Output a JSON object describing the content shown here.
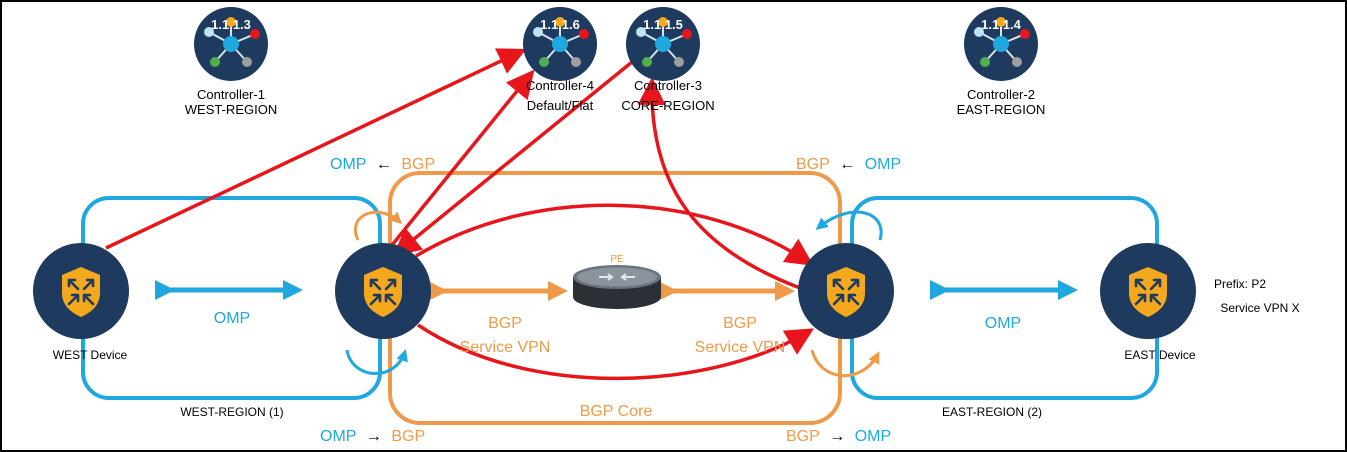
{
  "controllers": [
    {
      "ip": "1.1.1.3",
      "name": "Controller-1",
      "region": "WEST-REGION"
    },
    {
      "ip": "1.1.1.6",
      "name": "Controller-4",
      "region": "Default/Flat"
    },
    {
      "ip": "1.1.1.5",
      "name": "Controller-3",
      "region": "CORE-REGION"
    },
    {
      "ip": "1.1.1.4",
      "name": "Controller-2",
      "region": "EAST-REGION"
    }
  ],
  "devices": {
    "west": "WEST Device",
    "east": "EAST Device",
    "pe": "PE"
  },
  "regions": {
    "west": "WEST-REGION (1)",
    "east": "EAST-REGION (2)",
    "core": "BGP Core"
  },
  "links": {
    "omp": "OMP",
    "bgp": "BGP",
    "service_vpn": "Service VPN",
    "arrow_left": "←",
    "arrow_right": "→"
  },
  "prefix": {
    "line1": "Prefix: P2",
    "line2": "Service VPN X"
  },
  "colors": {
    "region_blue": "#1fa8df",
    "core_orange": "#ef9a4a",
    "control_red": "#e8151b",
    "device_navy": "#1e3a5f",
    "shield_gold": "#f4a81d"
  }
}
